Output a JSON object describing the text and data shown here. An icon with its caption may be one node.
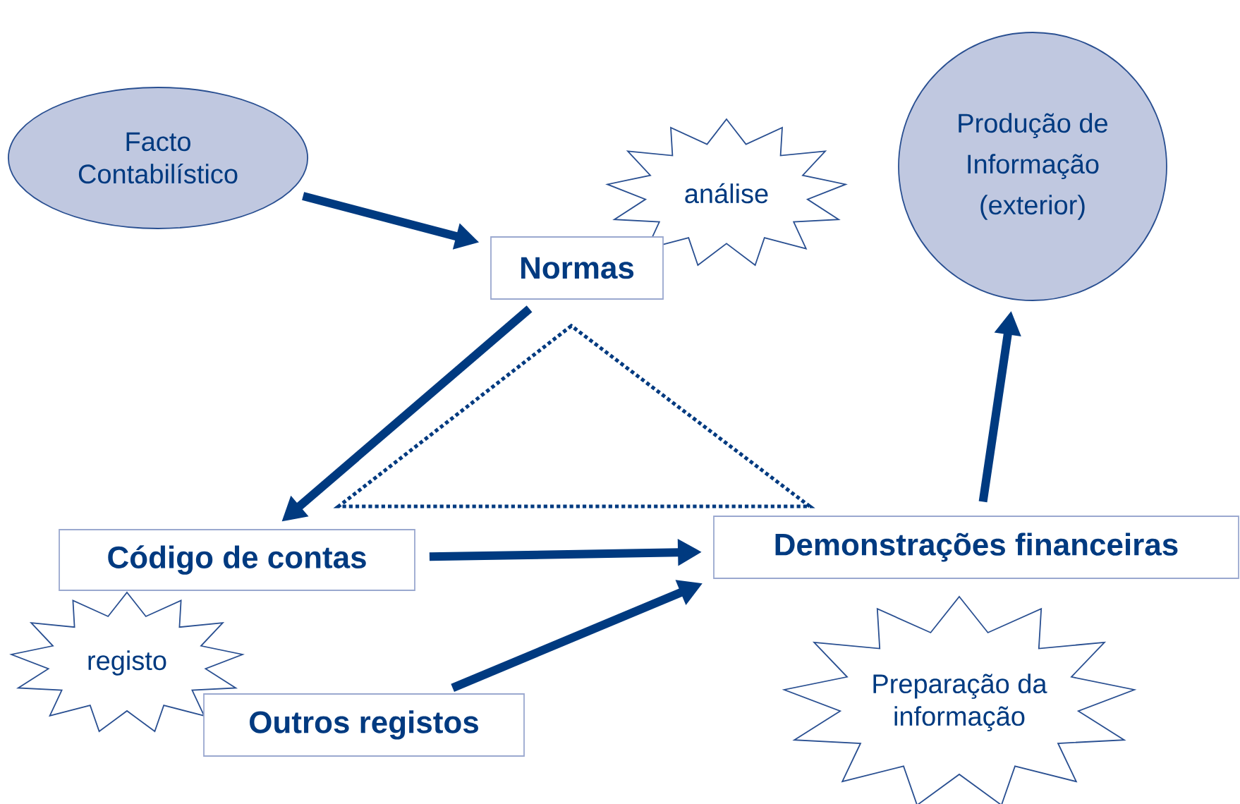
{
  "diagram": {
    "nodes": [
      {
        "text": [
          "Facto Contabilístico"
        ]
      },
      {
        "text": [
          "análise"
        ]
      },
      {
        "text": [
          "Produção de Informação (exterior)"
        ]
      },
      {
        "text": [
          "Normas"
        ]
      },
      {
        "text": [
          "Código de contas"
        ]
      },
      {
        "text": [
          "Demonstrações financeiras"
        ]
      },
      {
        "text": [
          "registo"
        ]
      },
      {
        "text": [
          "Outros registos"
        ]
      },
      {
        "text": [
          "Preparação da informação"
        ]
      },
      {
        "text": [],
        "shape": "triangle"
      }
    ],
    "edges": [
      {
        "from": 0,
        "to": 3,
        "arrow": "to"
      },
      {
        "from": 3,
        "to": 4,
        "arrow": "to"
      },
      {
        "from": 4,
        "to": 5,
        "arrow": "to"
      },
      {
        "from": 7,
        "to": 5,
        "arrow": "to"
      },
      {
        "from": 5,
        "to": 2,
        "arrow": "to"
      }
    ]
  }
}
